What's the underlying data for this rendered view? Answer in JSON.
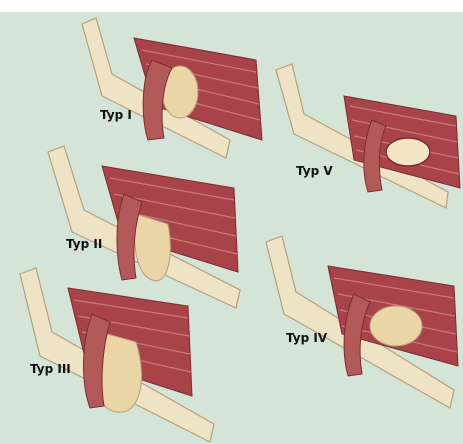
{
  "figure": {
    "colors": {
      "background": "#d4e4d6",
      "muscle": "#a8434a",
      "muscle_dark": "#7d2b33",
      "muscle_light": "#c97a79",
      "tendon": "#e8d2ae",
      "bone": "#efe3c6",
      "bone_edge": "#b79f7a",
      "sac": "#e9d5a6"
    },
    "types": [
      {
        "id": "typ-1",
        "label": "Typ I"
      },
      {
        "id": "typ-2",
        "label": "Typ II"
      },
      {
        "id": "typ-3",
        "label": "Typ III"
      },
      {
        "id": "typ-4",
        "label": "Typ IV"
      },
      {
        "id": "typ-5",
        "label": "Typ V"
      }
    ]
  }
}
